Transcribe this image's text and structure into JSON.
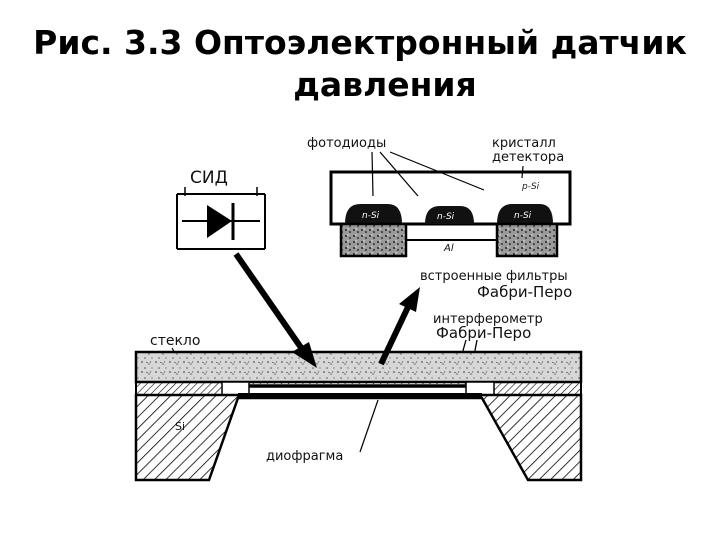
{
  "title": {
    "line1": "Рис. 3.3 Оптоэлектронный датчик",
    "line2": "давления"
  },
  "labels": {
    "led": "СИД",
    "photodiodes": "фотодиоды",
    "crystal_line1": "кристалл",
    "crystal_line2": "детектора",
    "p_si": "p-Si",
    "n_si": "n-Si",
    "al": "Al",
    "filters_line1": "встроенные фильтры",
    "filters_line2": "Фабри-Перо",
    "interferometer_line1": "интерферометр",
    "interferometer_line2": "Фабри-Перо",
    "glass": "стекло",
    "silicon": "Si",
    "diaphragm": "диофрагма"
  }
}
